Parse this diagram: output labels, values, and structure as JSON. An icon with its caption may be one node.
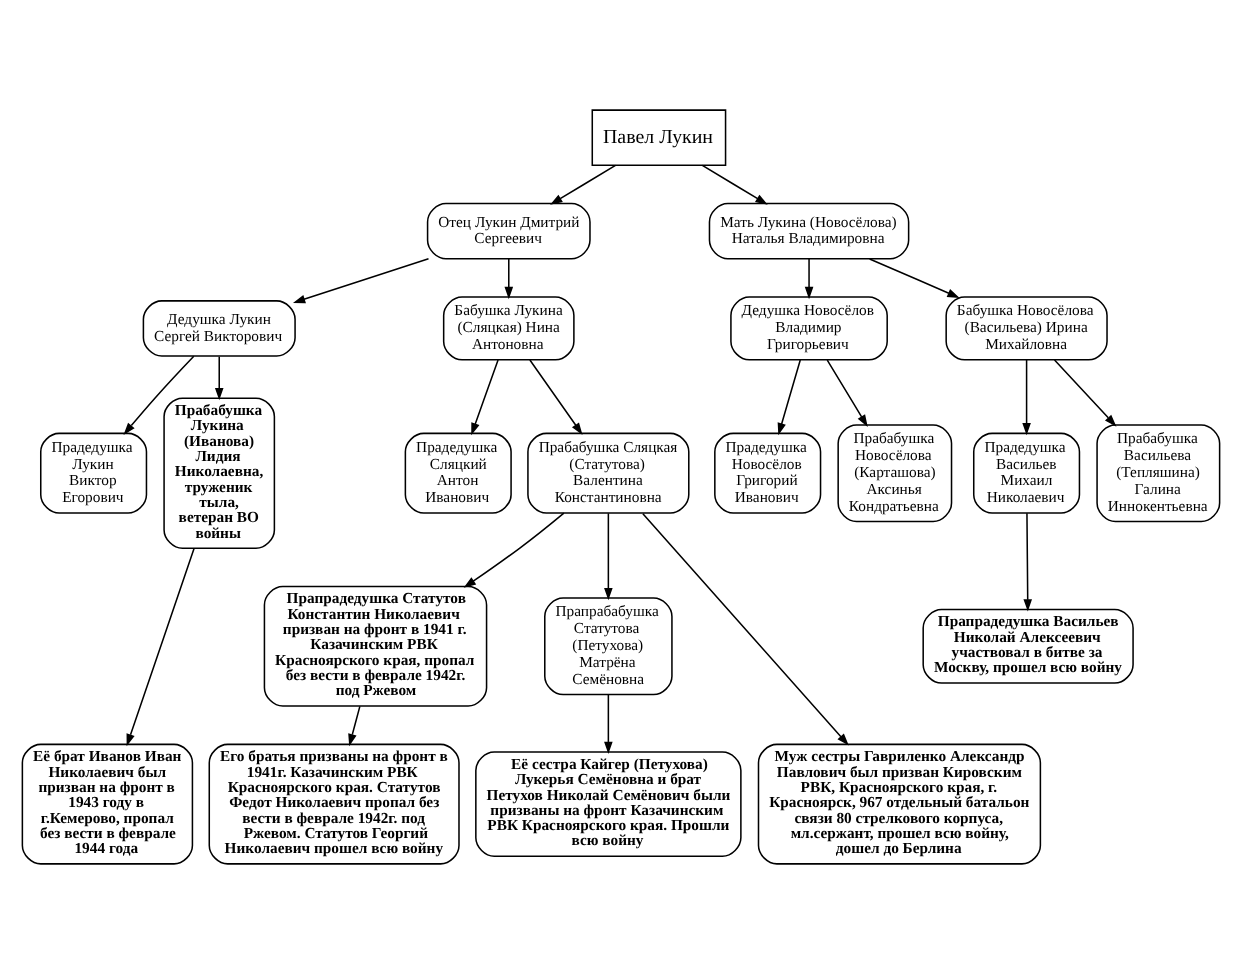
{
  "diagram": {
    "nodes": [
      {
        "text": [
          "Павел Лукин"
        ]
      },
      {
        "text": [
          "Отец Лукин Дмитрий Сергеевич"
        ]
      },
      {
        "text": [
          "Мать Лукина (Новосёлова) Наталья Владимировна"
        ]
      },
      {
        "text": [
          "Дедушка Лукин Сергей Викторович"
        ]
      },
      {
        "text": [
          "Бабушка Лукина (Сляцкая) Нина Антоновна"
        ]
      },
      {
        "text": [
          "Дедушка Новосёлов Владимир Григорьевич"
        ]
      },
      {
        "text": [
          "Бабушка Новосёлова (Васильева) Ирина Михайловна"
        ]
      },
      {
        "text": [
          "Прадедушка Лукин Виктор Егорович"
        ]
      },
      {
        "text": [
          "Прабабушка Лукина (Иванова) Лидия Николаевна, труженик тыла, ветеран ВО войны"
        ]
      },
      {
        "text": [
          "Прадедушка Сляцкий Антон Иванович"
        ]
      },
      {
        "text": [
          "Прабабушка Сляцкая (Статутова) Валентина Константиновна"
        ]
      },
      {
        "text": [
          "Прадедушка Новосёлов Григорий Иванович"
        ]
      },
      {
        "text": [
          "Прабабушка Новосёлова (Карташова) Аксинья Кондратьевна"
        ]
      },
      {
        "text": [
          "Прадедушка Васильев Михаил Николаевич"
        ]
      },
      {
        "text": [
          "Прабабушка Васильева (Тепляшина) Галина Иннокентьевна"
        ]
      },
      {
        "text": [
          "Прапрадедушка Статутов Константин Николаевич призван на фронт в 1941 г. Казачинским РВК Красноярского края, пропал без вести в феврале 1942г. под Ржевом"
        ]
      },
      {
        "text": [
          "Прапрабабушка Статутова (Петухова) Матрёна Семёновна"
        ]
      },
      {
        "text": [
          "Прапрадедушка Васильев Николай Алексеевич участвовал в битве за Москву, прошел всю войну"
        ]
      },
      {
        "text": [
          "Её брат Иванов Иван Николаевич был призван на фронт в 1943 году в г.Кемерово, пропал без вести в феврале 1944 года"
        ]
      },
      {
        "text": [
          "Его братья призваны на фронт в 1941г. Казачинским РВК Красноярского края. Статутов Федот Николаевич пропал без вести в феврале 1942г. под Ржевом. Статутов Георгий Николаевич прошел всю войну"
        ]
      },
      {
        "text": [
          "Муж сестры Гавриленко Александр Павлович был призван Кировским РВК, Красноярского края, г. Красноярск, 967 отдельный батальон связи 80 стрелкового корпуса, мл.сержант, прошел всю войну, дошел до Берлина"
        ]
      },
      {
        "text": [
          "Её сестра Кайгер (Петухова) Лукерья Семёновна и брат Петухов Николай Семёнович были призваны на фронт Казачинским РВК Красноярского края. Прошли всю войну"
        ]
      }
    ],
    "edges": [
      {
        "from": 0,
        "to": 1,
        "arrow": "to"
      },
      {
        "from": 0,
        "to": 2,
        "arrow": "to"
      },
      {
        "from": 1,
        "to": 3,
        "arrow": "to"
      },
      {
        "from": 1,
        "to": 4,
        "arrow": "to"
      },
      {
        "from": 2,
        "to": 5,
        "arrow": "to"
      },
      {
        "from": 2,
        "to": 6,
        "arrow": "to"
      },
      {
        "from": 3,
        "to": 7,
        "arrow": "to"
      },
      {
        "from": 3,
        "to": 8,
        "arrow": "to"
      },
      {
        "from": 4,
        "to": 9,
        "arrow": "to"
      },
      {
        "from": 4,
        "to": 10,
        "arrow": "to"
      },
      {
        "from": 5,
        "to": 11,
        "arrow": "to"
      },
      {
        "from": 5,
        "to": 12,
        "arrow": "to"
      },
      {
        "from": 6,
        "to": 13,
        "arrow": "to"
      },
      {
        "from": 6,
        "to": 14,
        "arrow": "to"
      },
      {
        "from": 10,
        "to": 15,
        "arrow": "to"
      },
      {
        "from": 10,
        "to": 16,
        "arrow": "to"
      },
      {
        "from": 13,
        "to": 17,
        "arrow": "to"
      },
      {
        "from": 8,
        "to": 18,
        "arrow": "to"
      },
      {
        "from": 15,
        "to": 19,
        "arrow": "to"
      },
      {
        "from": 10,
        "to": 20,
        "arrow": "to"
      },
      {
        "from": 16,
        "to": 21,
        "arrow": "to"
      }
    ]
  }
}
